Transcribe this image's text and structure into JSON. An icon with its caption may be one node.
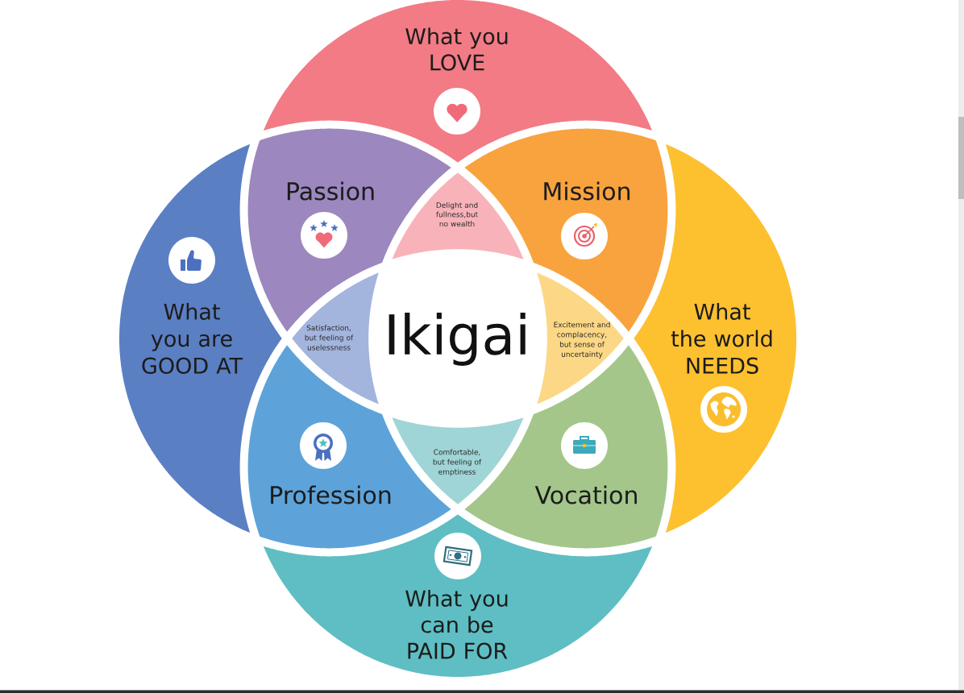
{
  "diagram": {
    "nodes": [
      {
        "text": [
          "What you LOVE"
        ]
      },
      {
        "text": [
          "Passion"
        ]
      },
      {
        "text": [
          "Delight and fullness,but no wealth"
        ]
      },
      {
        "text": [
          "Mission"
        ]
      },
      {
        "text": [
          "What you are GOOD AT"
        ]
      },
      {
        "text": [
          "Satisfaction, but feeling of uselessness"
        ]
      },
      {
        "text": [
          "Ikigai"
        ]
      },
      {
        "text": [
          "Excitement and complacency, but sense of uncertainty"
        ]
      },
      {
        "text": [
          "What the world NEEDS"
        ]
      },
      {
        "text": [
          "Profession"
        ]
      },
      {
        "text": [
          "Comfortable, but feeling of emptiness"
        ]
      },
      {
        "text": [
          "Vocation"
        ]
      },
      {
        "text": [
          "What you can be PAID FOR"
        ]
      }
    ]
  }
}
